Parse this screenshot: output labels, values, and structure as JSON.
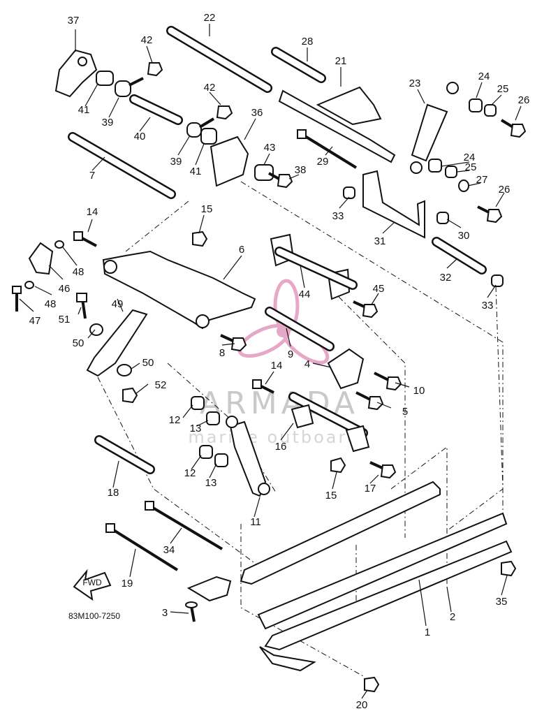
{
  "diagram_code": "83M100-7250",
  "front_arrow_label": "FWD",
  "watermark": {
    "brand": "ARMADA",
    "tagline": "marine outboards",
    "accent_color": "#e08ab4"
  },
  "callouts": {
    "c1": "1",
    "c2": "2",
    "c3": "3",
    "c4": "4",
    "c5": "5",
    "c6": "6",
    "c7": "7",
    "c8": "8",
    "c9": "9",
    "c10": "10",
    "c11": "11",
    "c12a": "12",
    "c12b": "12",
    "c13a": "13",
    "c13b": "13",
    "c14a": "14",
    "c14b": "14",
    "c15a": "15",
    "c15b": "15",
    "c16": "16",
    "c17": "17",
    "c18": "18",
    "c19": "19",
    "c20": "20",
    "c21": "21",
    "c22": "22",
    "c23": "23",
    "c24a": "24",
    "c24b": "24",
    "c25a": "25",
    "c25b": "25",
    "c26a": "26",
    "c26b": "26",
    "c27": "27",
    "c28": "28",
    "c29": "29",
    "c30": "30",
    "c31": "31",
    "c32": "32",
    "c33a": "33",
    "c33b": "33",
    "c34": "34",
    "c35": "35",
    "c36": "36",
    "c37": "37",
    "c38": "38",
    "c39a": "39",
    "c39b": "39",
    "c40": "40",
    "c41a": "41",
    "c41b": "41",
    "c42a": "42",
    "c42b": "42",
    "c43": "43",
    "c44": "44",
    "c45": "45",
    "c46": "46",
    "c47": "47",
    "c48a": "48",
    "c48b": "48",
    "c49": "49",
    "c50a": "50",
    "c50b": "50",
    "c51": "51",
    "c52": "52"
  }
}
